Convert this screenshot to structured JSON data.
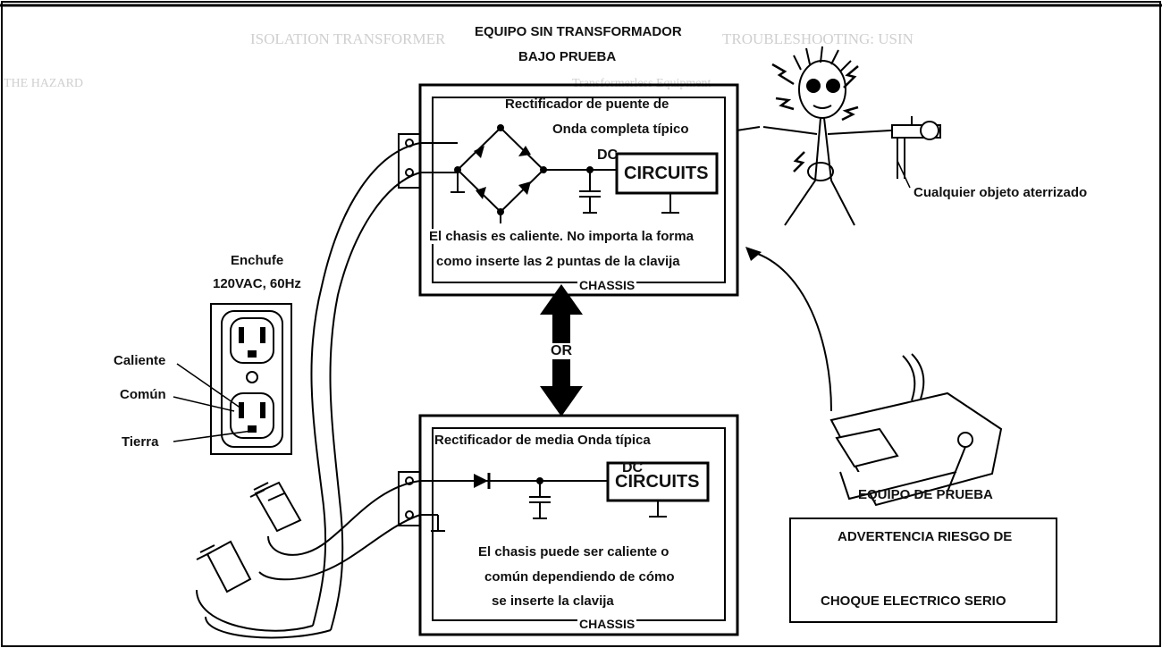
{
  "top": {
    "title_line1": "EQUIPO SIN TRANSFORMADOR",
    "title_line2": "BAJO PRUEBA",
    "bridge_caption_line1": "Rectificador de puente de",
    "bridge_caption_line2": "Onda completa típico",
    "dc_label": "DC",
    "circuits_label": "CIRCUITS",
    "hot_chassis_line1": "El chasis es caliente. No importa la forma",
    "hot_chassis_line2": "como inserte las 2 puntas de la clavija",
    "chassis_label": "CHASSIS"
  },
  "or_label": "OR",
  "bottom": {
    "half_wave_caption": "Rectificador de media Onda típica",
    "dc_label": "DC",
    "circuits_label": "CIRCUITS",
    "note_line1": "El chasis puede ser caliente o",
    "note_line2": "común dependiendo de cómo",
    "note_line3": "se inserte la clavija",
    "chassis_label": "CHASSIS"
  },
  "outlet": {
    "title": "Enchufe",
    "rating": "120VAC, 60Hz",
    "hot": "Caliente",
    "common": "Común",
    "ground": "Tierra"
  },
  "grounded_object": "Cualquier objeto aterrizado",
  "test_equipment": "EQUIPO DE PRUEBA",
  "warning": {
    "line1": "ADVERTENCIA RIESGO DE",
    "line2": "CHOQUE ELECTRICO SERIO"
  },
  "background_text": {
    "left_heading": "TROUBLESHOOTING: USIN",
    "right_heading": "ISOLATION TRANSFORMER",
    "subheading": "Transformerless Equipment",
    "hazard": "THE HAZARD"
  }
}
